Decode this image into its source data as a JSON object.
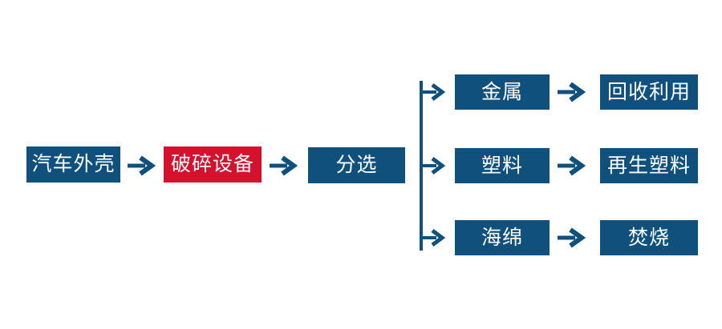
{
  "diagram": {
    "type": "flowchart",
    "colors": {
      "primary_blue": "#0F507C",
      "accent_red": "#D5112E",
      "text_white": "#FFFFFF",
      "page_bg": "#FFFFFF"
    },
    "icons": {
      "arrow_right": "→"
    },
    "main_flow": [
      {
        "id": "car-shell",
        "label": "汽车外壳",
        "color": "blue"
      },
      {
        "id": "crushing-equipment",
        "label": "破碎设备",
        "color": "red"
      },
      {
        "id": "sorting",
        "label": "分选",
        "color": "blue"
      }
    ],
    "branches": [
      {
        "material": "金属",
        "result": "回收利用"
      },
      {
        "material": "塑料",
        "result": "再生塑料"
      },
      {
        "material": "海绵",
        "result": "焚烧"
      }
    ]
  }
}
